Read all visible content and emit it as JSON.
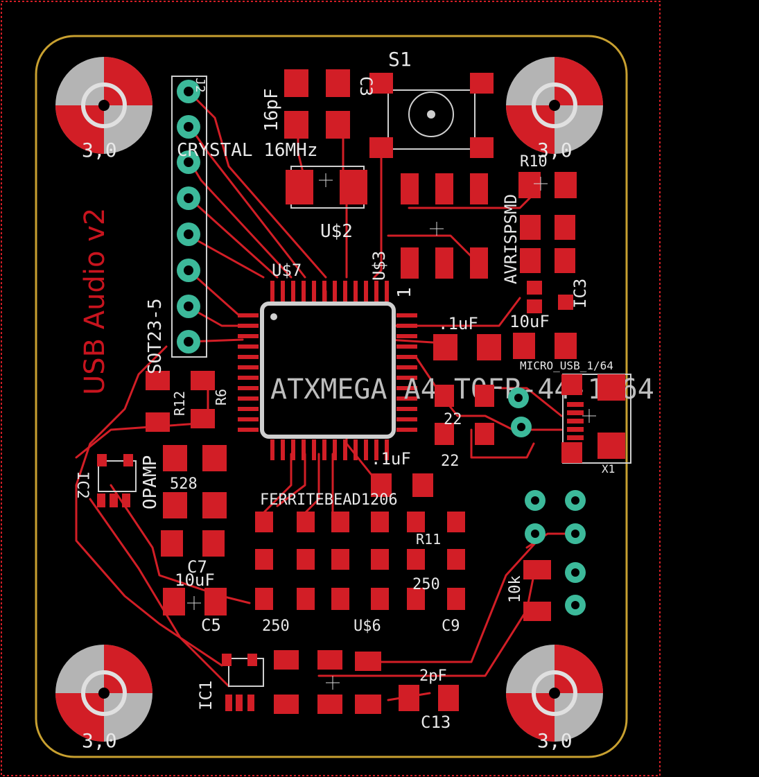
{
  "colors": {
    "background": "#000000",
    "copper": "#d21e26",
    "outline": "#c8a030",
    "silkscreen": "#e8e8e8",
    "via": "#3cb99a",
    "mount_hole": "#b4b4b4"
  },
  "board": {
    "title": "USB Audio v2"
  },
  "mounts": {
    "label": "3,0"
  },
  "labels": {
    "s1": "S1",
    "pf16": "16pF",
    "c3": "C3",
    "crystal": "CRYSTAL 16MHz",
    "us2": "U$2",
    "us3": "U$3",
    "one": "1",
    "avrisp": "AVRISPSMD",
    "r10": "R10",
    "ic3": "IC3",
    "j2": "J2",
    "us7": "U$7",
    "atxmega": "ATXMEGA A4-TQFP-44-1-64",
    "sot23": "SOT23-5",
    "opamp": "OPAMP",
    "r12": "R12",
    "r6": "R6",
    "uf1": ".1uF",
    "uf10a": "10uF",
    "micro_usb": "MICRO_USB_1/64",
    "x1": "X1",
    "n22a": "22",
    "n22b": "22",
    "uf1b": ".1uF",
    "ic2": "IC2",
    "n528": "528",
    "c7": "C7",
    "uf10b": "10uF",
    "c5": "C5",
    "ferrite": "FERRITEBEAD1206",
    "r11": "R11",
    "n250a": "250",
    "n250b": "250",
    "us6": "U$6",
    "c9": "C9",
    "r10k": "10k",
    "ic1": "IC1",
    "pf2": "2pF",
    "c13": "C13"
  }
}
